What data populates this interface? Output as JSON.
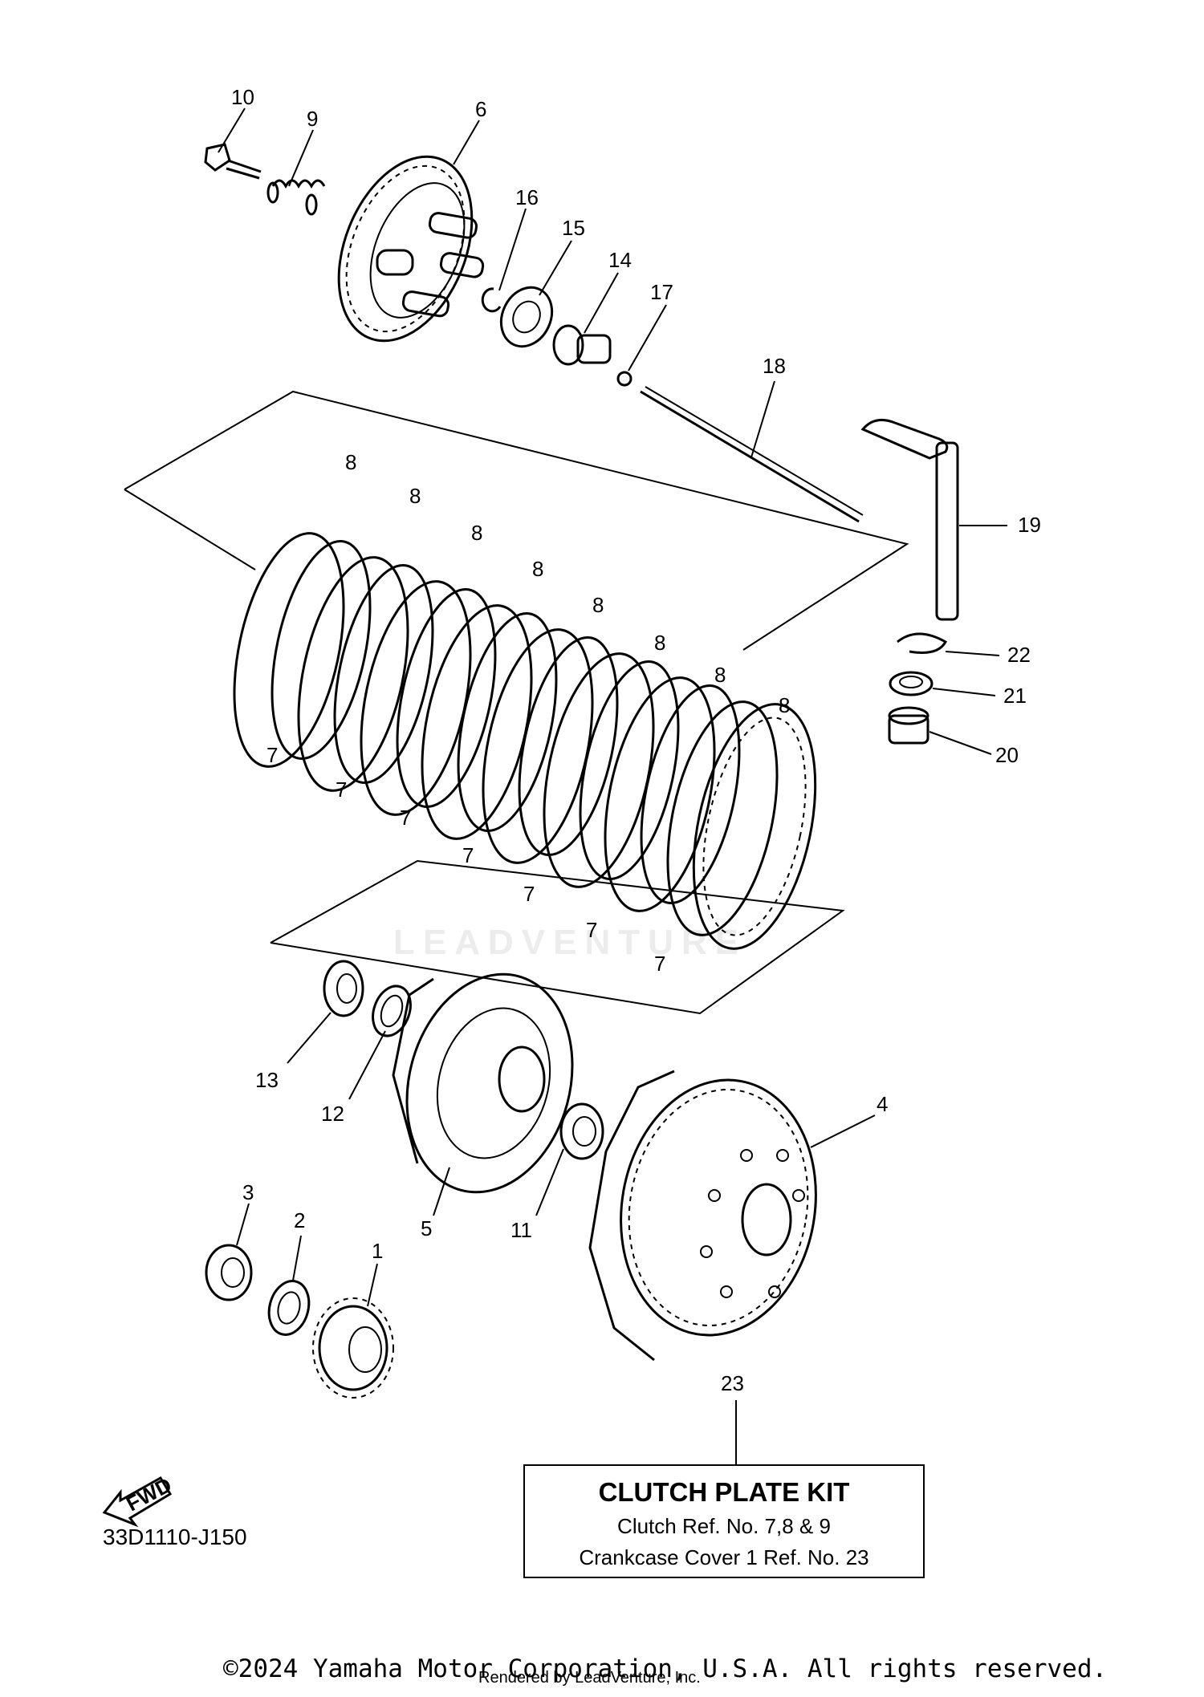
{
  "callouts": [
    "10",
    "9",
    "6",
    "16",
    "15",
    "14",
    "17",
    "18",
    "19",
    "22",
    "21",
    "20",
    "8",
    "7",
    "13",
    "12",
    "4",
    "5",
    "11",
    "3",
    "2",
    "1",
    "23"
  ],
  "kit": {
    "title": "CLUTCH PLATE KIT",
    "line1": "Clutch Ref. No. 7,8 & 9",
    "line2": "Crankcase Cover 1 Ref. No. 23"
  },
  "fwd_label": "FWD",
  "diagram_id": "33D1110-J150",
  "copyright": "©2024 Yamaha Motor Corporation, U.S.A. All rights reserved.",
  "rendered_by": "Rendered by LeadVenture, Inc.",
  "watermark": "LEADVENTURE"
}
